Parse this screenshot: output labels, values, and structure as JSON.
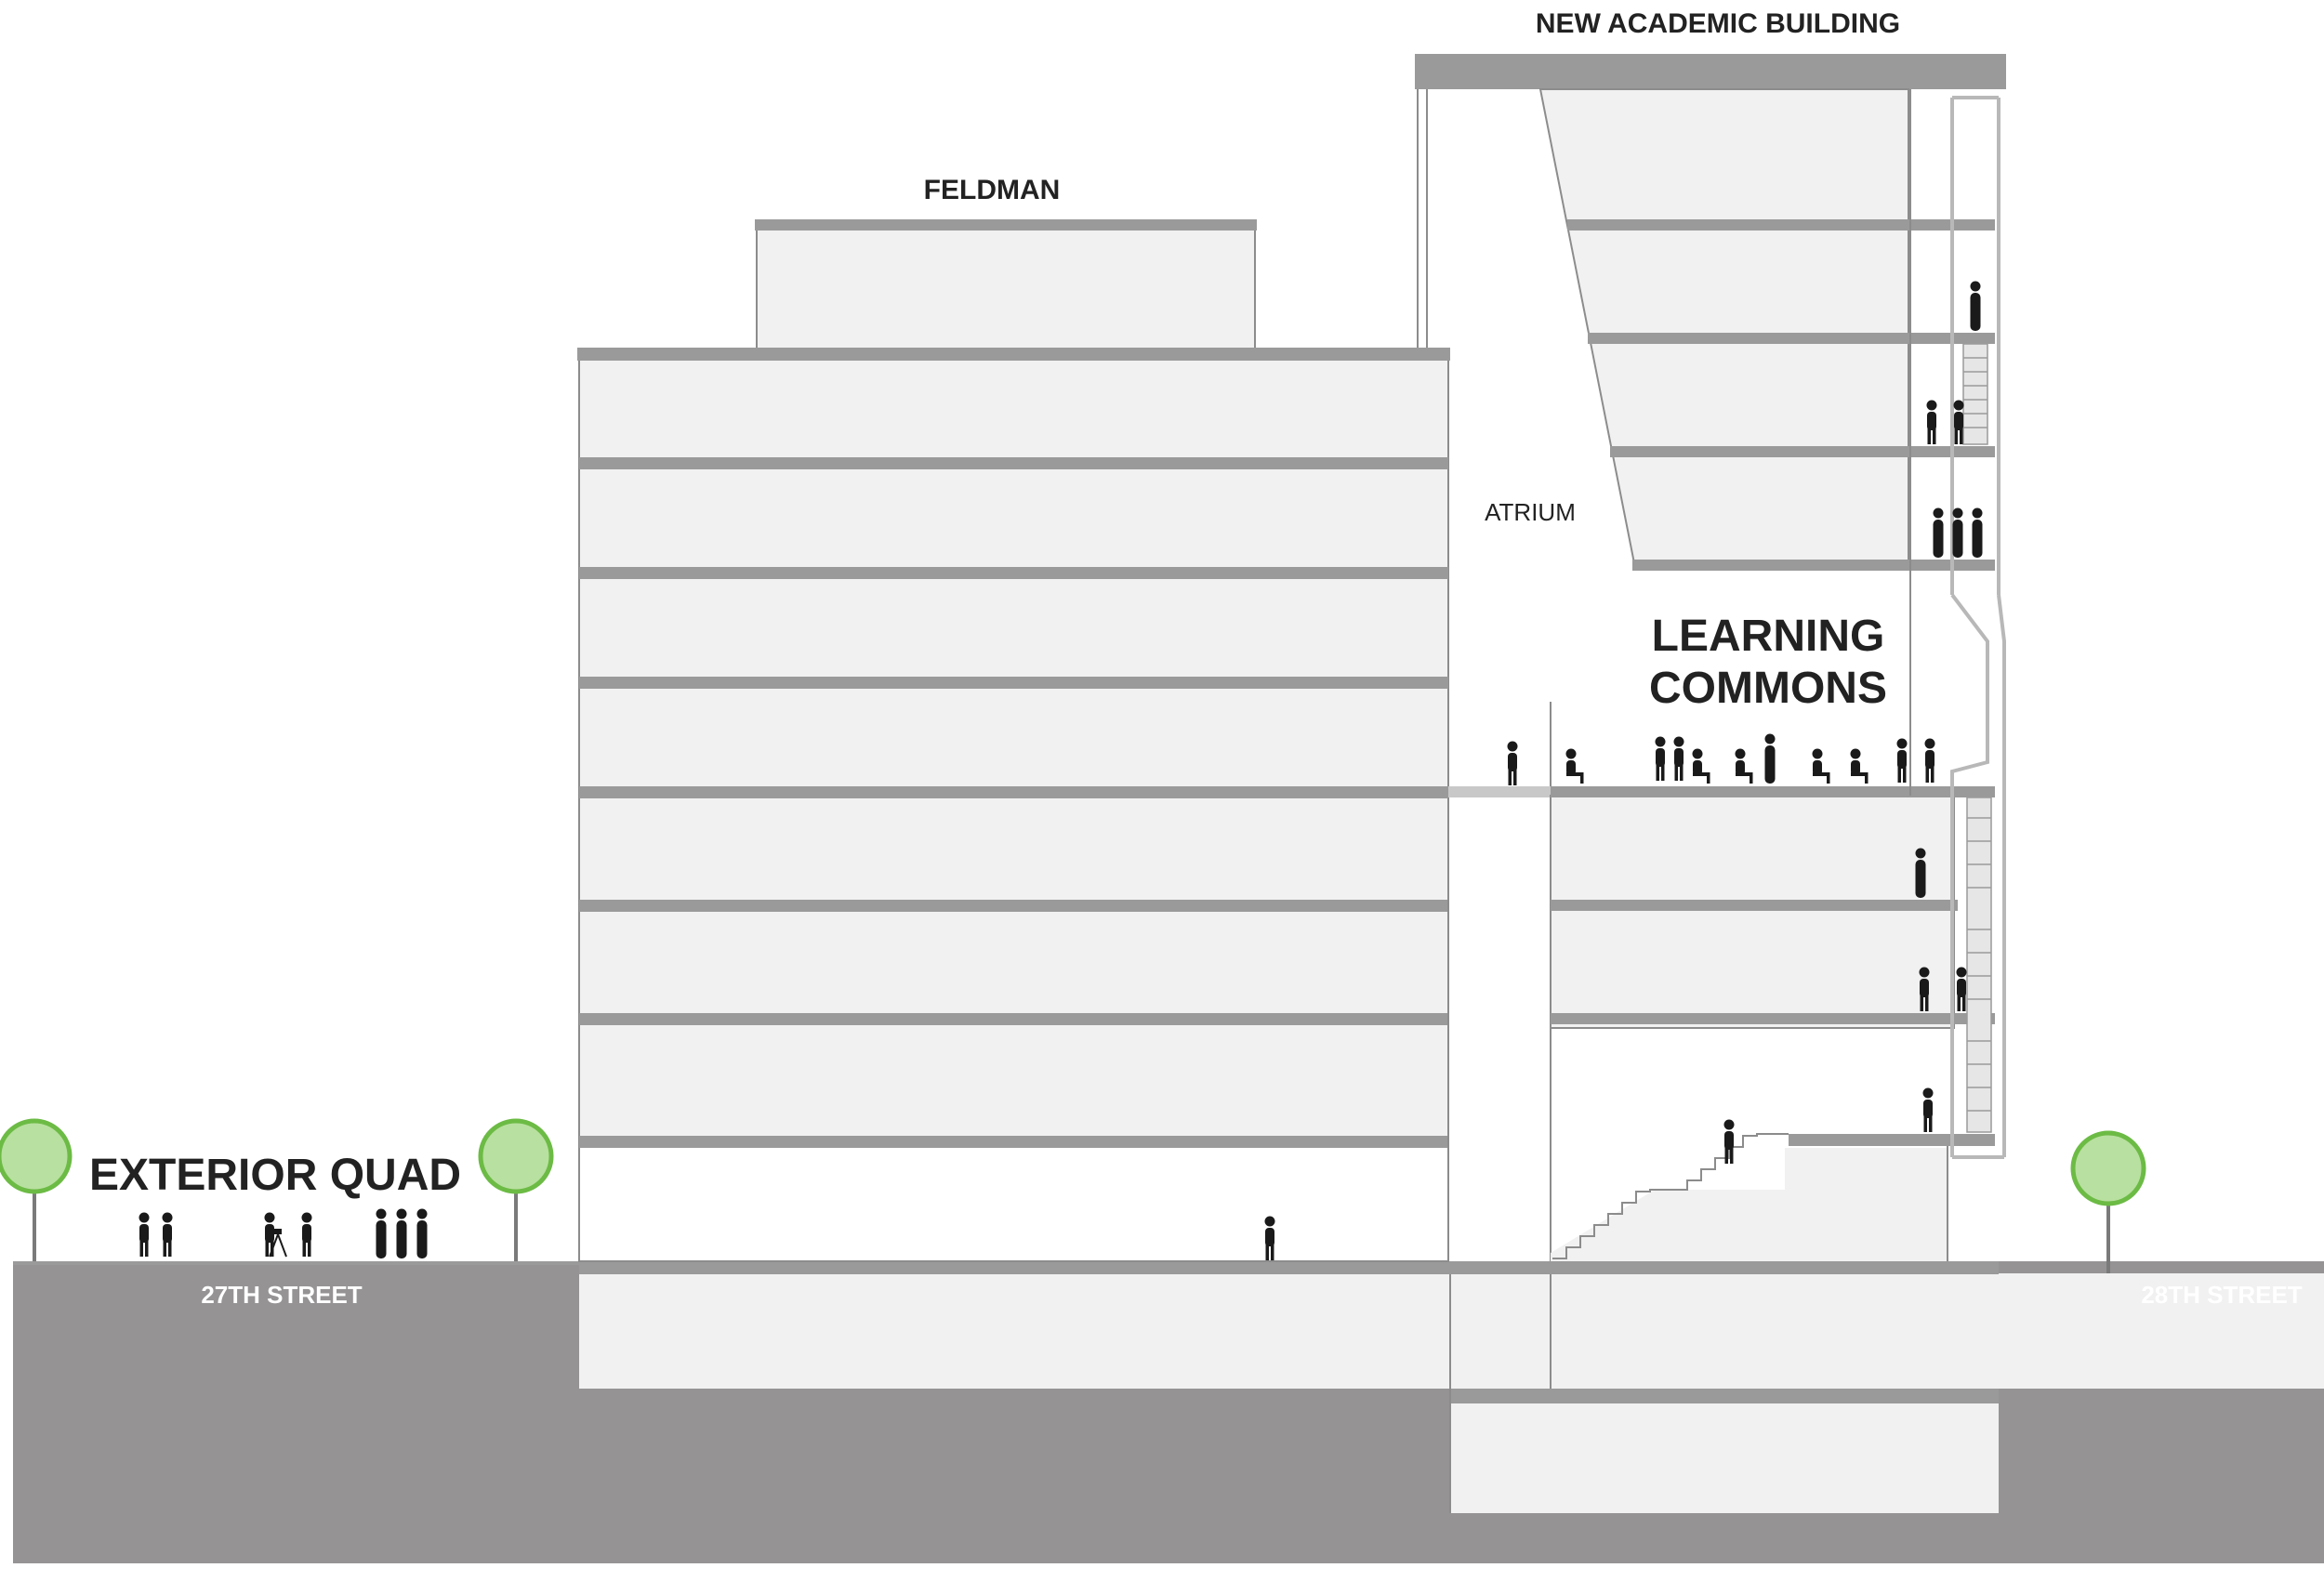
{
  "labels": {
    "new_academic": "NEW ACADEMIC BUILDING",
    "feldman": "FELDMAN",
    "atrium": "ATRIUM",
    "learning_1": "LEARNING",
    "learning_2": "COMMONS",
    "exterior_quad": "EXTERIOR QUAD",
    "street_27": "27TH STREET",
    "street_28": "28TH STREET"
  },
  "colors": {
    "ground": "#959394",
    "slab": "#9a9a9a",
    "room_fill": "#f1f1f1",
    "outline": "#8c8c8c",
    "tree_fill": "#b8e0a0",
    "tree_stroke": "#6cbb45",
    "figure": "#1a1a1a"
  },
  "icons": {
    "people": "person-figure-icon",
    "trees": "tree-icon",
    "stairs": "staircase-icon"
  }
}
